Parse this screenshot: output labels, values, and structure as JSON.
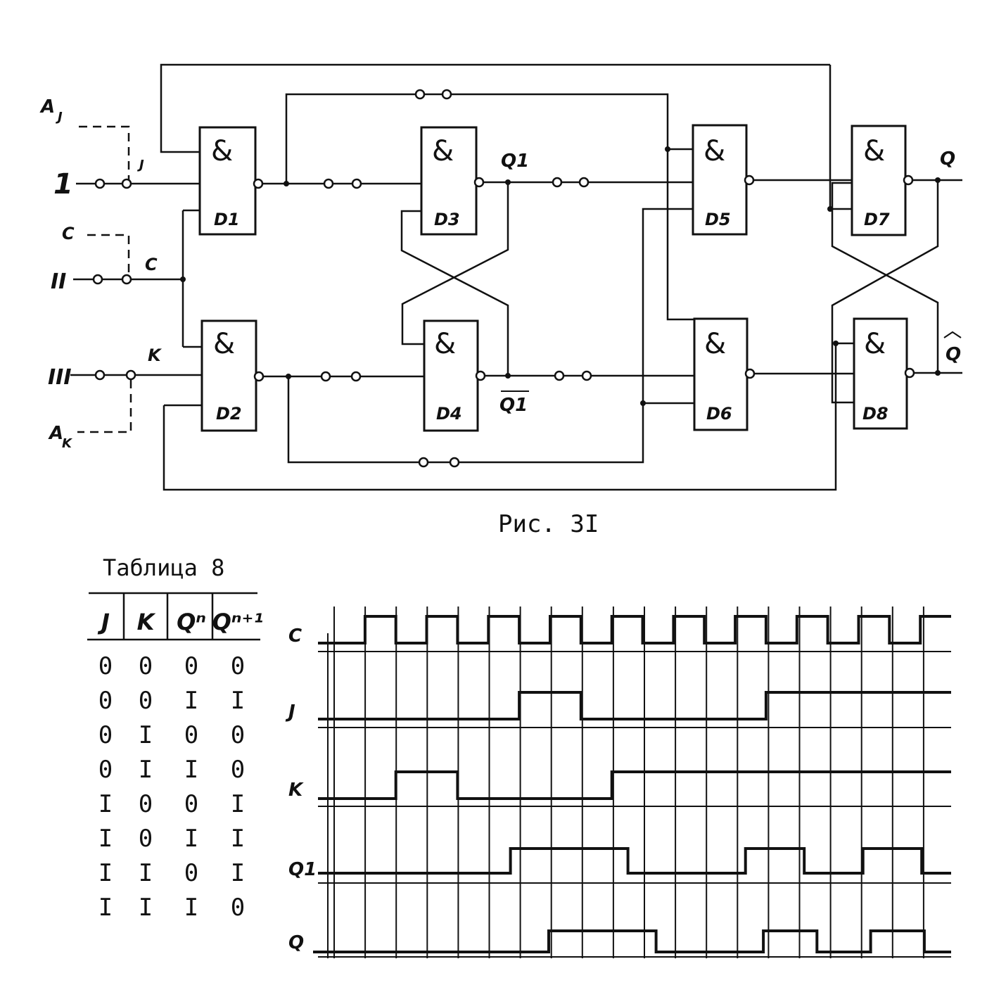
{
  "circuit": {
    "inputs": {
      "aj_label": "A",
      "aj_sub": "J",
      "j_input": "1",
      "j_label": "J",
      "c_dash_label": "C",
      "c_input": "II",
      "c_label": "C",
      "k_input": "III",
      "k_label": "K",
      "ak_label": "A",
      "ak_sub": "K"
    },
    "gate_symbol": "&",
    "gates": [
      "D1",
      "D2",
      "D3",
      "D4",
      "D5",
      "D6",
      "D7",
      "D8"
    ],
    "outputs": {
      "q1": "Q1",
      "q1_bar": "Q1",
      "q": "Q",
      "q_bar": "Q"
    }
  },
  "figure_caption": "Рис. 3I",
  "table": {
    "title": "Таблица 8",
    "headers": [
      "J",
      "K",
      "Qⁿ",
      "Qⁿ⁺¹"
    ],
    "rows": [
      [
        "0",
        "0",
        "0",
        "0"
      ],
      [
        "0",
        "0",
        "I",
        "I"
      ],
      [
        "0",
        "I",
        "0",
        "0"
      ],
      [
        "0",
        "I",
        "I",
        "0"
      ],
      [
        "I",
        "0",
        "0",
        "I"
      ],
      [
        "I",
        "0",
        "I",
        "I"
      ],
      [
        "I",
        "I",
        "0",
        "I"
      ],
      [
        "I",
        "I",
        "I",
        "0"
      ]
    ]
  },
  "timing": {
    "signal_labels": [
      "C",
      "J",
      "K",
      "Q1",
      "Q"
    ],
    "clock_pulses": 10,
    "waveforms": {
      "C": [
        0,
        1,
        0,
        1,
        0,
        1,
        0,
        1,
        0,
        1,
        0,
        1,
        0,
        1,
        0,
        1,
        0,
        1,
        0,
        1
      ],
      "J": [
        0,
        0,
        0,
        0,
        0,
        0,
        1,
        1,
        0,
        0,
        0,
        0,
        0,
        0,
        1,
        1,
        1,
        1,
        1,
        1
      ],
      "K": [
        0,
        0,
        1,
        1,
        0,
        0,
        0,
        0,
        0,
        1,
        1,
        1,
        1,
        1,
        1,
        1,
        1,
        1,
        1,
        1
      ],
      "Q1": [
        0,
        0,
        0,
        0,
        0,
        0,
        1,
        1,
        1,
        1,
        0,
        0,
        0,
        0,
        1,
        1,
        0,
        0,
        1,
        1,
        0
      ],
      "Q": [
        0,
        0,
        0,
        0,
        0,
        0,
        0,
        0,
        1,
        1,
        1,
        1,
        0,
        0,
        0,
        0,
        1,
        1,
        0,
        0,
        1,
        1,
        0
      ]
    }
  }
}
